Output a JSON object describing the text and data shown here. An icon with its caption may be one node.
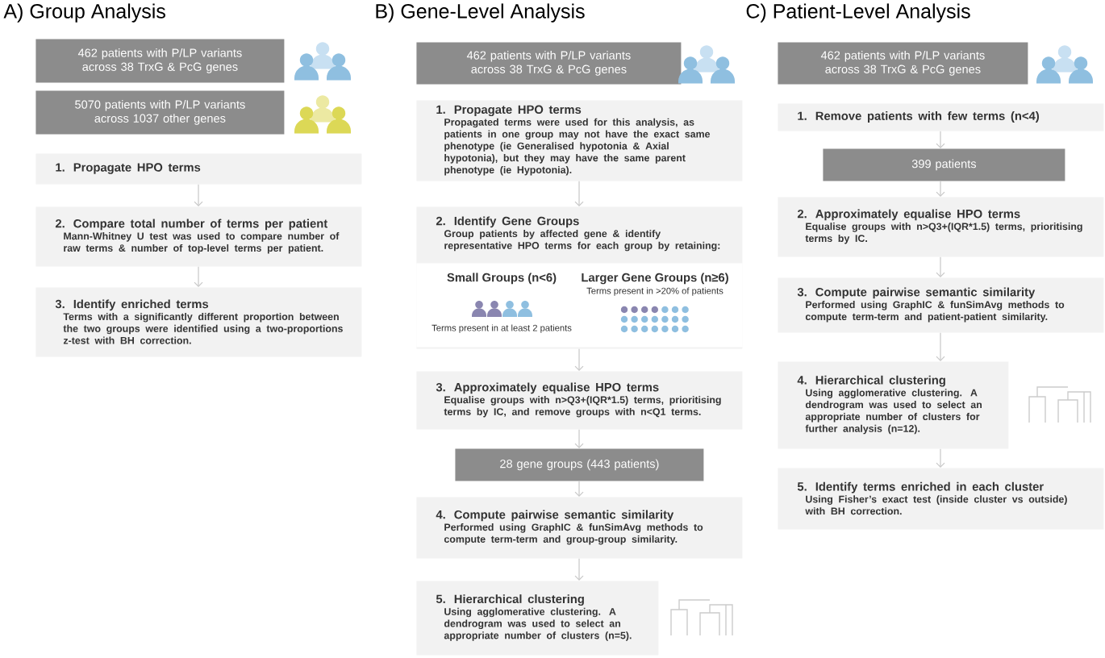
{
  "diagram": {
    "nodes": [
      {
        "text": [
          "462 patients with P/LP variants across 38 TrxG & PcG genes"
        ]
      },
      {
        "text": [
          "5070 patients with P/LP variants across 1037 other genes"
        ]
      },
      {
        "text": [
          "1. Propagate HPO terms"
        ]
      },
      {
        "text": [
          "2. Compare total number of terms per patient",
          "Mann-Whitney U test was used to compare number of raw terms & number of top-level terms per patient."
        ]
      },
      {
        "text": [
          "3. Identify enriched terms",
          "Terms with a significantly different proportion between the two groups were identified using a two-proportions z-test with BH correction."
        ]
      },
      {
        "text": [
          "462 patients with P/LP variants across 38 TrxG & PcG genes"
        ]
      },
      {
        "text": [
          "1. Propagate HPO terms",
          "Propagated terms were used for this analysis, as patients in one group may not have the exact same phenotype (ie Generalised hypotonia & Axial hypotonia), but they may have the same parent phenotype (ie Hypotonia)."
        ]
      },
      {
        "text": [
          "2. Identify Gene Groups",
          "Group patients by affected gene & identify representative HPO terms for each group by retaining:"
        ]
      },
      {
        "text": [
          "Small Groups (n<6)",
          "Terms present in at least 2 patients",
          "Larger Gene Groups (n≥6)",
          "Terms present in >20% of patients"
        ],
        "in": 7
      },
      {
        "text": [
          "3. Approximately equalise HPO terms",
          "Equalise groups with n>Q3+(IQR*1.5) terms, prioritising terms by IC, and remove groups with n<Q1 terms."
        ]
      },
      {
        "text": [
          "28 gene groups (443 patients)"
        ]
      },
      {
        "text": [
          "4. Compute pairwise semantic similarity",
          "Performed using GraphIC & funSimAvg methods to compute term-term and group-group similarity."
        ]
      },
      {
        "text": [
          "5. Hierarchical clustering",
          "Using agglomerative clustering. A dendrogram was used to select an appropriate number of clusters (n=5)."
        ]
      },
      {
        "text": [
          "462 patients with P/LP variants across 38 TrxG & PcG genes"
        ]
      },
      {
        "text": [
          "1. Remove patients with few terms (n<4)"
        ]
      },
      {
        "text": [
          "399 patients"
        ]
      },
      {
        "text": [
          "2. Approximately equalise HPO terms",
          "Equalise groups with n>Q3+(IQR*1.5) terms, prioritising terms by IC."
        ]
      },
      {
        "text": [
          "3. Compute pairwise semantic similarity",
          "Performed using GraphIC & funSimAvg methods to compute term-term and patient-patient similarity."
        ]
      },
      {
        "text": [
          "4. Hierarchical clustering",
          "Using agglomerative clustering. A dendrogram was used to select an appropriate number of clusters for further analysis (n=12)."
        ]
      },
      {
        "text": [
          "5. Identify terms enriched in each cluster",
          "Using Fisher’s exact test (inside cluster vs outside) with BH correction."
        ]
      }
    ],
    "edges": [
      {
        "from": 2,
        "to": 3,
        "arrow": "to"
      },
      {
        "from": 3,
        "to": 4,
        "arrow": "to"
      },
      {
        "from": 6,
        "to": 7,
        "arrow": "to"
      },
      {
        "from": 7,
        "to": 9,
        "arrow": "to"
      },
      {
        "from": 9,
        "to": 10,
        "arrow": "to"
      },
      {
        "from": 10,
        "to": 11,
        "arrow": "to"
      },
      {
        "from": 11,
        "to": 12,
        "arrow": "to"
      },
      {
        "from": 14,
        "to": 15,
        "arrow": "to"
      },
      {
        "from": 15,
        "to": 16,
        "arrow": "to"
      },
      {
        "from": 16,
        "to": 17,
        "arrow": "to"
      },
      {
        "from": 17,
        "to": 18,
        "arrow": "to"
      },
      {
        "from": 18,
        "to": 19,
        "arrow": "to"
      }
    ],
    "labels": [
      "A) Group Analysis",
      "B) Gene-Level Analysis",
      "C) Patient-Level Analysis"
    ]
  }
}
